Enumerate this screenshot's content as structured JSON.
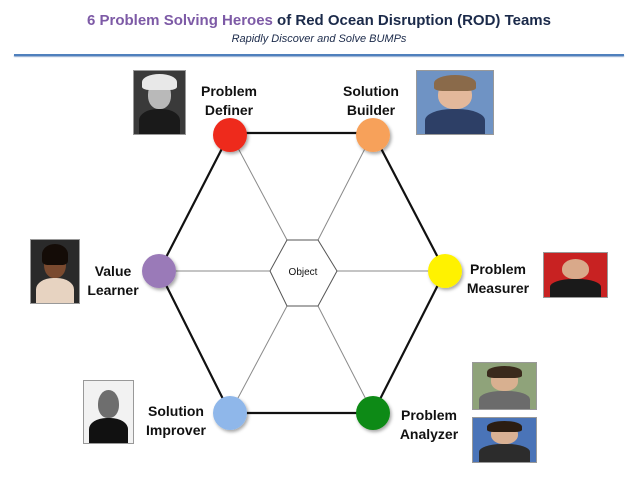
{
  "header": {
    "title_highlight": "6 Problem Solving Heroes",
    "title_rest": " of Red Ocean Disruption (ROD) Teams",
    "subtitle": "Rapidly Discover and Solve BUMPs"
  },
  "center_label": "Object",
  "roles": [
    {
      "id": "definer",
      "line1": "Problem",
      "line2": "Definer",
      "color": "#ee2a1b"
    },
    {
      "id": "builder",
      "line1": "Solution",
      "line2": "Builder",
      "color": "#f7a15a"
    },
    {
      "id": "measurer",
      "line1": "Problem",
      "line2": "Measurer",
      "color": "#fff200"
    },
    {
      "id": "analyzer",
      "line1": "Problem",
      "line2": "Analyzer",
      "color": "#0b8a12"
    },
    {
      "id": "improver",
      "line1": "Solution",
      "line2": "Improver",
      "color": "#8fb7ea"
    },
    {
      "id": "learner",
      "line1": "Value",
      "line2": "Learner",
      "color": "#9a7ab8"
    }
  ],
  "colors": {
    "title_highlight": "#7d5aa6",
    "title": "#1b2a4a",
    "rule": "#4f80bd"
  }
}
